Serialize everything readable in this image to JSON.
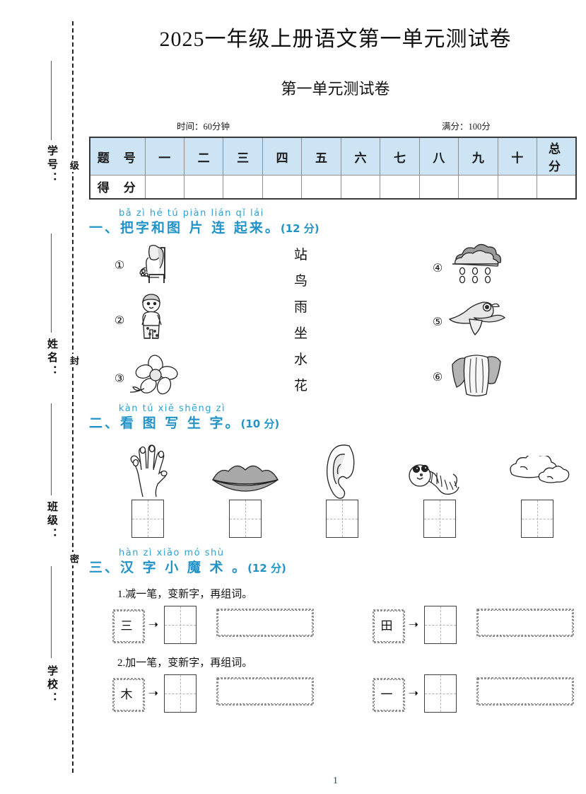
{
  "margin": {
    "fields": [
      "学号：",
      "姓名：",
      "班级：",
      "学校："
    ],
    "seal_chars": [
      "级",
      "封",
      "密"
    ]
  },
  "header": {
    "title": "2025一年级上册语文第一单元测试卷",
    "subtitle": "第一单元测试卷",
    "time_label": "时间：60分钟",
    "full_score_label": "满分：100分"
  },
  "score_table": {
    "row1_label": "题 号",
    "row2_label": "得 分",
    "columns": [
      "一",
      "二",
      "三",
      "四",
      "五",
      "六",
      "七",
      "八",
      "九",
      "十",
      "总 分"
    ],
    "header_bg": "#cce4f4"
  },
  "sections": [
    {
      "pinyin": "bǎ zì hé tú piàn lián qǐ lái",
      "title": "一、把字和图 片  连 起来。",
      "points": "(12 分)",
      "left_items": [
        {
          "num": "①",
          "icon": "sitting-child-icon"
        },
        {
          "num": "②",
          "icon": "standing-child-icon"
        },
        {
          "num": "③",
          "icon": "flower-icon"
        }
      ],
      "characters": [
        "站",
        "鸟",
        "雨",
        "坐",
        "水",
        "花"
      ],
      "right_items": [
        {
          "num": "④",
          "icon": "rain-cloud-icon"
        },
        {
          "num": "⑤",
          "icon": "bird-icon"
        },
        {
          "num": "⑥",
          "icon": "waterfall-icon"
        }
      ]
    },
    {
      "pinyin": "kàn tú xiě shēng zì",
      "title": "二、看 图 写  生  字。",
      "points": "(10 分)",
      "pictures": [
        "hand-icon",
        "mouth-icon",
        "ear-icon",
        "worm-icon",
        "clouds-icon"
      ]
    },
    {
      "pinyin": "hàn zì xiǎo mó shù",
      "title": "三、汉 字 小  魔 术 。",
      "points": "(12 分)",
      "sub_questions": [
        {
          "label": "1.减一笔，变新字，再组词。",
          "items": [
            {
              "char": "三"
            },
            {
              "char": "田"
            }
          ]
        },
        {
          "label": "2.加一笔，变新字，再组词。",
          "items": [
            {
              "char": "木"
            },
            {
              "char": "一"
            }
          ]
        }
      ],
      "arrow": "➝"
    }
  ],
  "footer": {
    "page_number": "1"
  },
  "colors": {
    "heading_blue": "#2293c9",
    "pinyin_blue": "#2ba2d4",
    "table_head": "#cce4f4"
  }
}
